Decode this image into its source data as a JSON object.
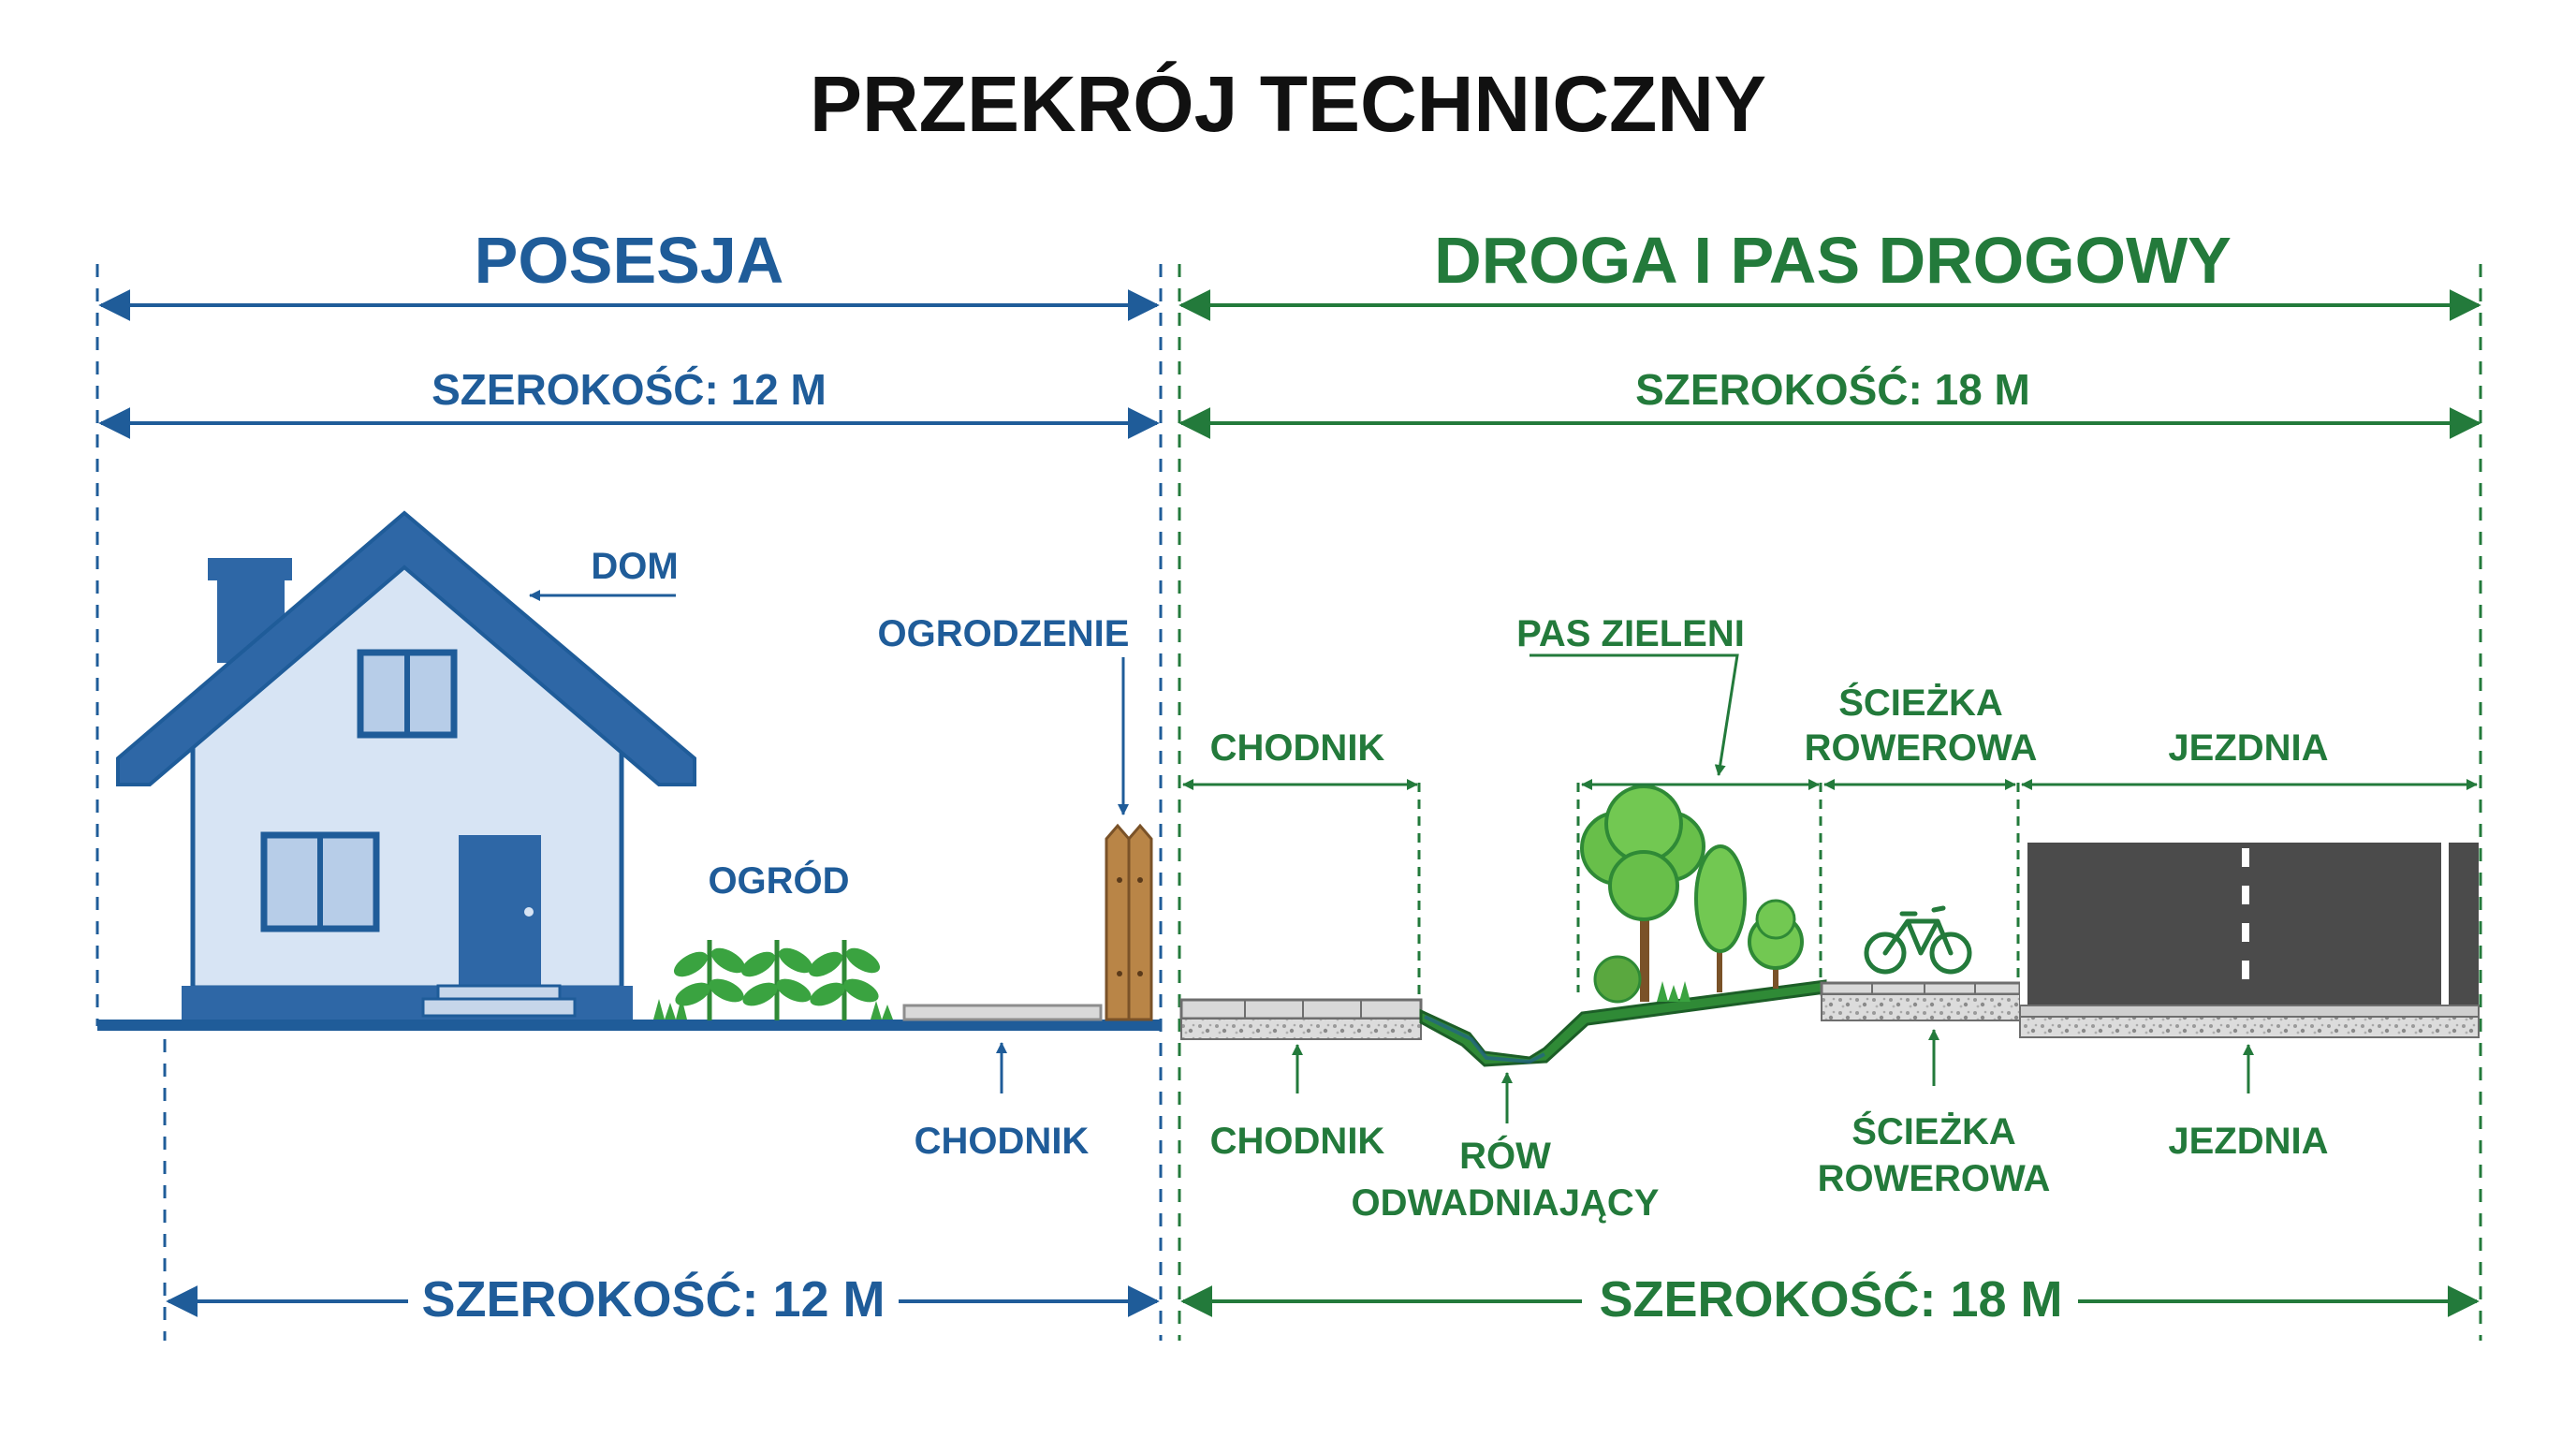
{
  "title": "PRZEKRÓJ TECHNICZNY",
  "colors": {
    "posesja": "#1f5c99",
    "droga": "#237a3b",
    "house_wall": "#d7e4f4",
    "house_roof": "#2e67a6",
    "asphalt": "#4b4b4b",
    "grass": "#3aa340",
    "wood": "#b98547"
  },
  "posesja": {
    "header": "POSESJA",
    "width_top": "SZEROKOŚĆ: 12 M",
    "width_bottom": "SZEROKOŚĆ: 12 M",
    "labels": {
      "dom": "DOM",
      "ogrodzenie": "OGRODZENIE",
      "ogrod": "OGRÓD",
      "chodnik": "CHODNIK"
    }
  },
  "droga": {
    "header": "DROGA I PAS DROGOWY",
    "width_top": "SZEROKOŚĆ: 18 M",
    "width_bottom": "SZEROKOŚĆ: 18 M",
    "top_labels": {
      "chodnik": "CHODNIK",
      "pas_zieleni": "PAS ZIELENI",
      "sciezka_1": "ŚCIEŻKA",
      "sciezka_2": "ROWEROWA",
      "jezdnia": "JEZDNIA"
    },
    "bottom_labels": {
      "chodnik": "CHODNIK",
      "row_1": "RÓW",
      "row_2": "ODWADNIAJĄCY",
      "sciezka_1": "ŚCIEŻKA",
      "sciezka_2": "ROWEROWA",
      "jezdnia": "JEZDNIA"
    }
  },
  "icons": {
    "bicycle": "bicycle-icon",
    "plants": "plant-icon",
    "trees": "tree-icon",
    "fence": "fence-icon",
    "house": "house-icon"
  }
}
